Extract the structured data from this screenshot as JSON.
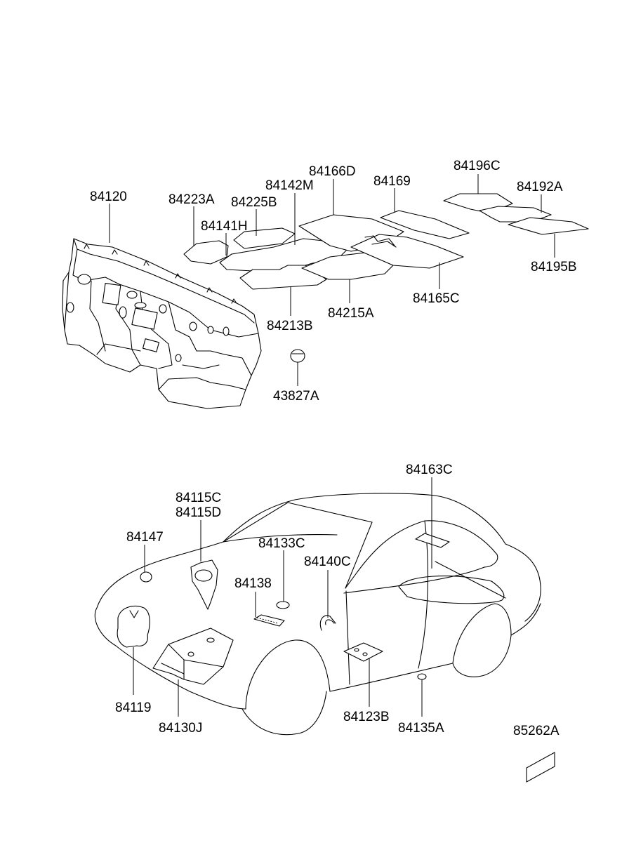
{
  "labels": {
    "p84120": "84120",
    "p84223A": "84223A",
    "p84225B": "84225B",
    "p84141H": "84141H",
    "p84142M": "84142M",
    "p84166D": "84166D",
    "p84169": "84169",
    "p84196C": "84196C",
    "p84192A": "84192A",
    "p84195B": "84195B",
    "p84165C": "84165C",
    "p84215A": "84215A",
    "p84213B": "84213B",
    "p43827A": "43827A",
    "p84163C": "84163C",
    "p84115C": "84115C",
    "p84115D": "84115D",
    "p84147": "84147",
    "p84133C": "84133C",
    "p84140C": "84140C",
    "p84138": "84138",
    "p84119": "84119",
    "p84130J": "84130J",
    "p84123B": "84123B",
    "p84135A": "84135A",
    "p85262A": "85262A"
  }
}
